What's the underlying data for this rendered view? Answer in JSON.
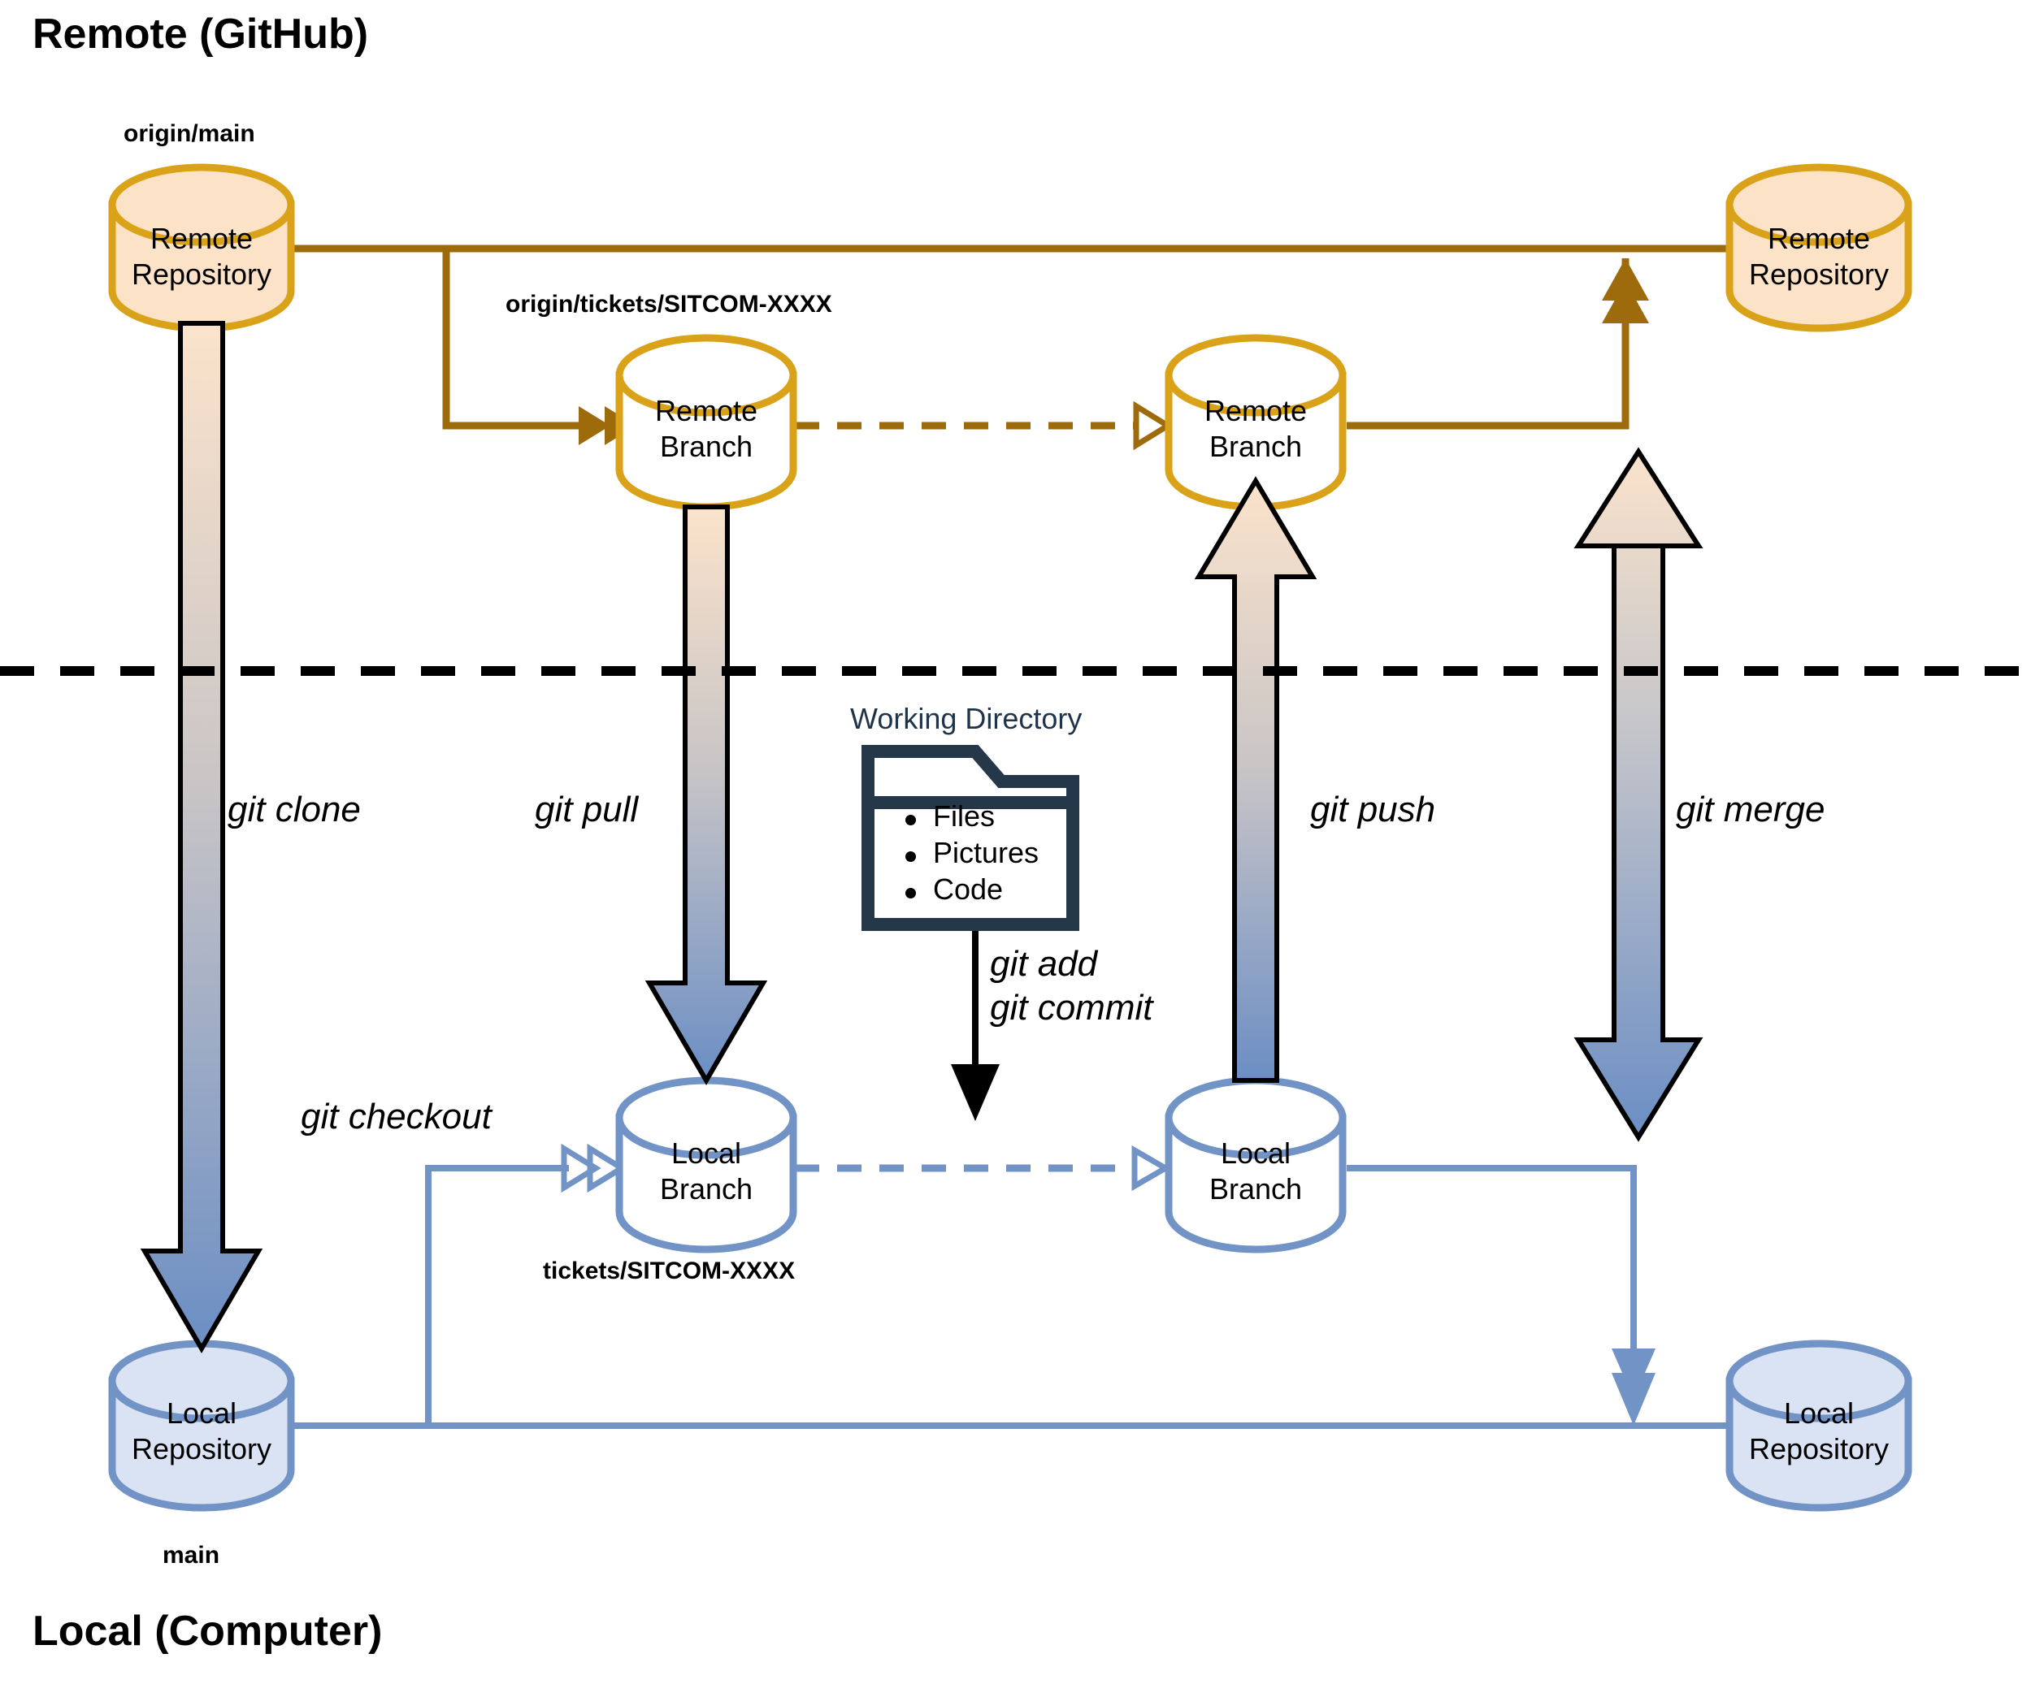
{
  "diagram": {
    "title_remote": "Remote (GitHub)",
    "title_local": "Local (Computer)"
  },
  "nodes": {
    "origin_main_repo": {
      "label": "Remote\nRepository",
      "tag": "origin/main"
    },
    "remote_branch_left": {
      "label": "Remote\nBranch",
      "tag": "origin/tickets/SITCOM-XXXX"
    },
    "remote_branch_right": {
      "label": "Remote\nBranch"
    },
    "remote_repo_right": {
      "label": "Remote\nRepository"
    },
    "local_repo_left": {
      "label": "Local\nRepository",
      "tag": "main"
    },
    "local_branch_left": {
      "label": "Local\nBranch",
      "tag": "tickets/SITCOM-XXXX"
    },
    "local_branch_right": {
      "label": "Local\nBranch"
    },
    "local_repo_right": {
      "label": "Local\nRepository"
    }
  },
  "working_directory": {
    "title": "Working Directory",
    "items": [
      "Files",
      "Pictures",
      "Code"
    ]
  },
  "commands": {
    "clone": "git clone",
    "pull": "git pull",
    "checkout": "git checkout",
    "add_commit": "git add\ngit commit",
    "push": "git push",
    "merge": "git merge"
  },
  "colors": {
    "remote_fill": "#fce3c7",
    "remote_stroke": "#d9a219",
    "remote_line": "#9e6b0c",
    "local_fill": "#dae3f3",
    "local_stroke": "#7architecture",
    "local_stroke_hex": "#7193c6",
    "folder_stroke": "#25384a",
    "divider": "#000000",
    "arrow_top": "#fbe3cb",
    "arrow_bottom": "#6b8ec4"
  }
}
